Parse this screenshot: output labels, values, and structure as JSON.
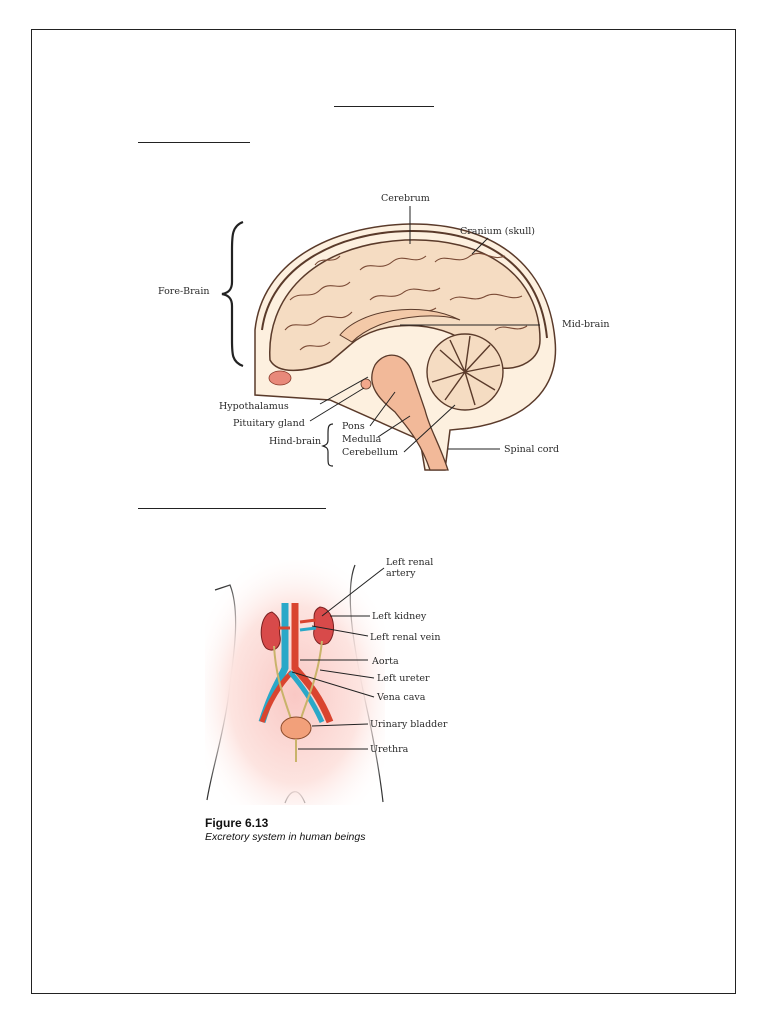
{
  "brain": {
    "labels": {
      "cerebrum": "Cerebrum",
      "cranium": "Cranium (skull)",
      "fore_brain": "Fore-Brain",
      "mid_brain": "Mid-brain",
      "hypothalamus": "Hypothalamus",
      "pituitary": "Pituitary gland",
      "hind_brain": "Hind-brain",
      "pons": "Pons",
      "medulla": "Medulla",
      "cerebellum": "Cerebellum",
      "spinal_cord": "Spinal cord"
    }
  },
  "excretory": {
    "labels": {
      "left_renal_artery": "Left renal\nartery",
      "left_kidney": "Left kidney",
      "left_renal_vein": "Left renal vein",
      "aorta": "Aorta",
      "left_ureter": "Left ureter",
      "vena_cava": "Vena cava",
      "urinary_bladder": "Urinary bladder",
      "urethra": "Urethra"
    },
    "figure_number": "Figure 6.13",
    "caption": "Excretory system in human beings"
  },
  "colors": {
    "brain_fill": "#f5dcc2",
    "brain_outline": "#5a3a2a",
    "skin": "#fbe6d9",
    "kidney": "#d84a4a",
    "artery": "#d9442f",
    "vein": "#2aa8c8"
  }
}
